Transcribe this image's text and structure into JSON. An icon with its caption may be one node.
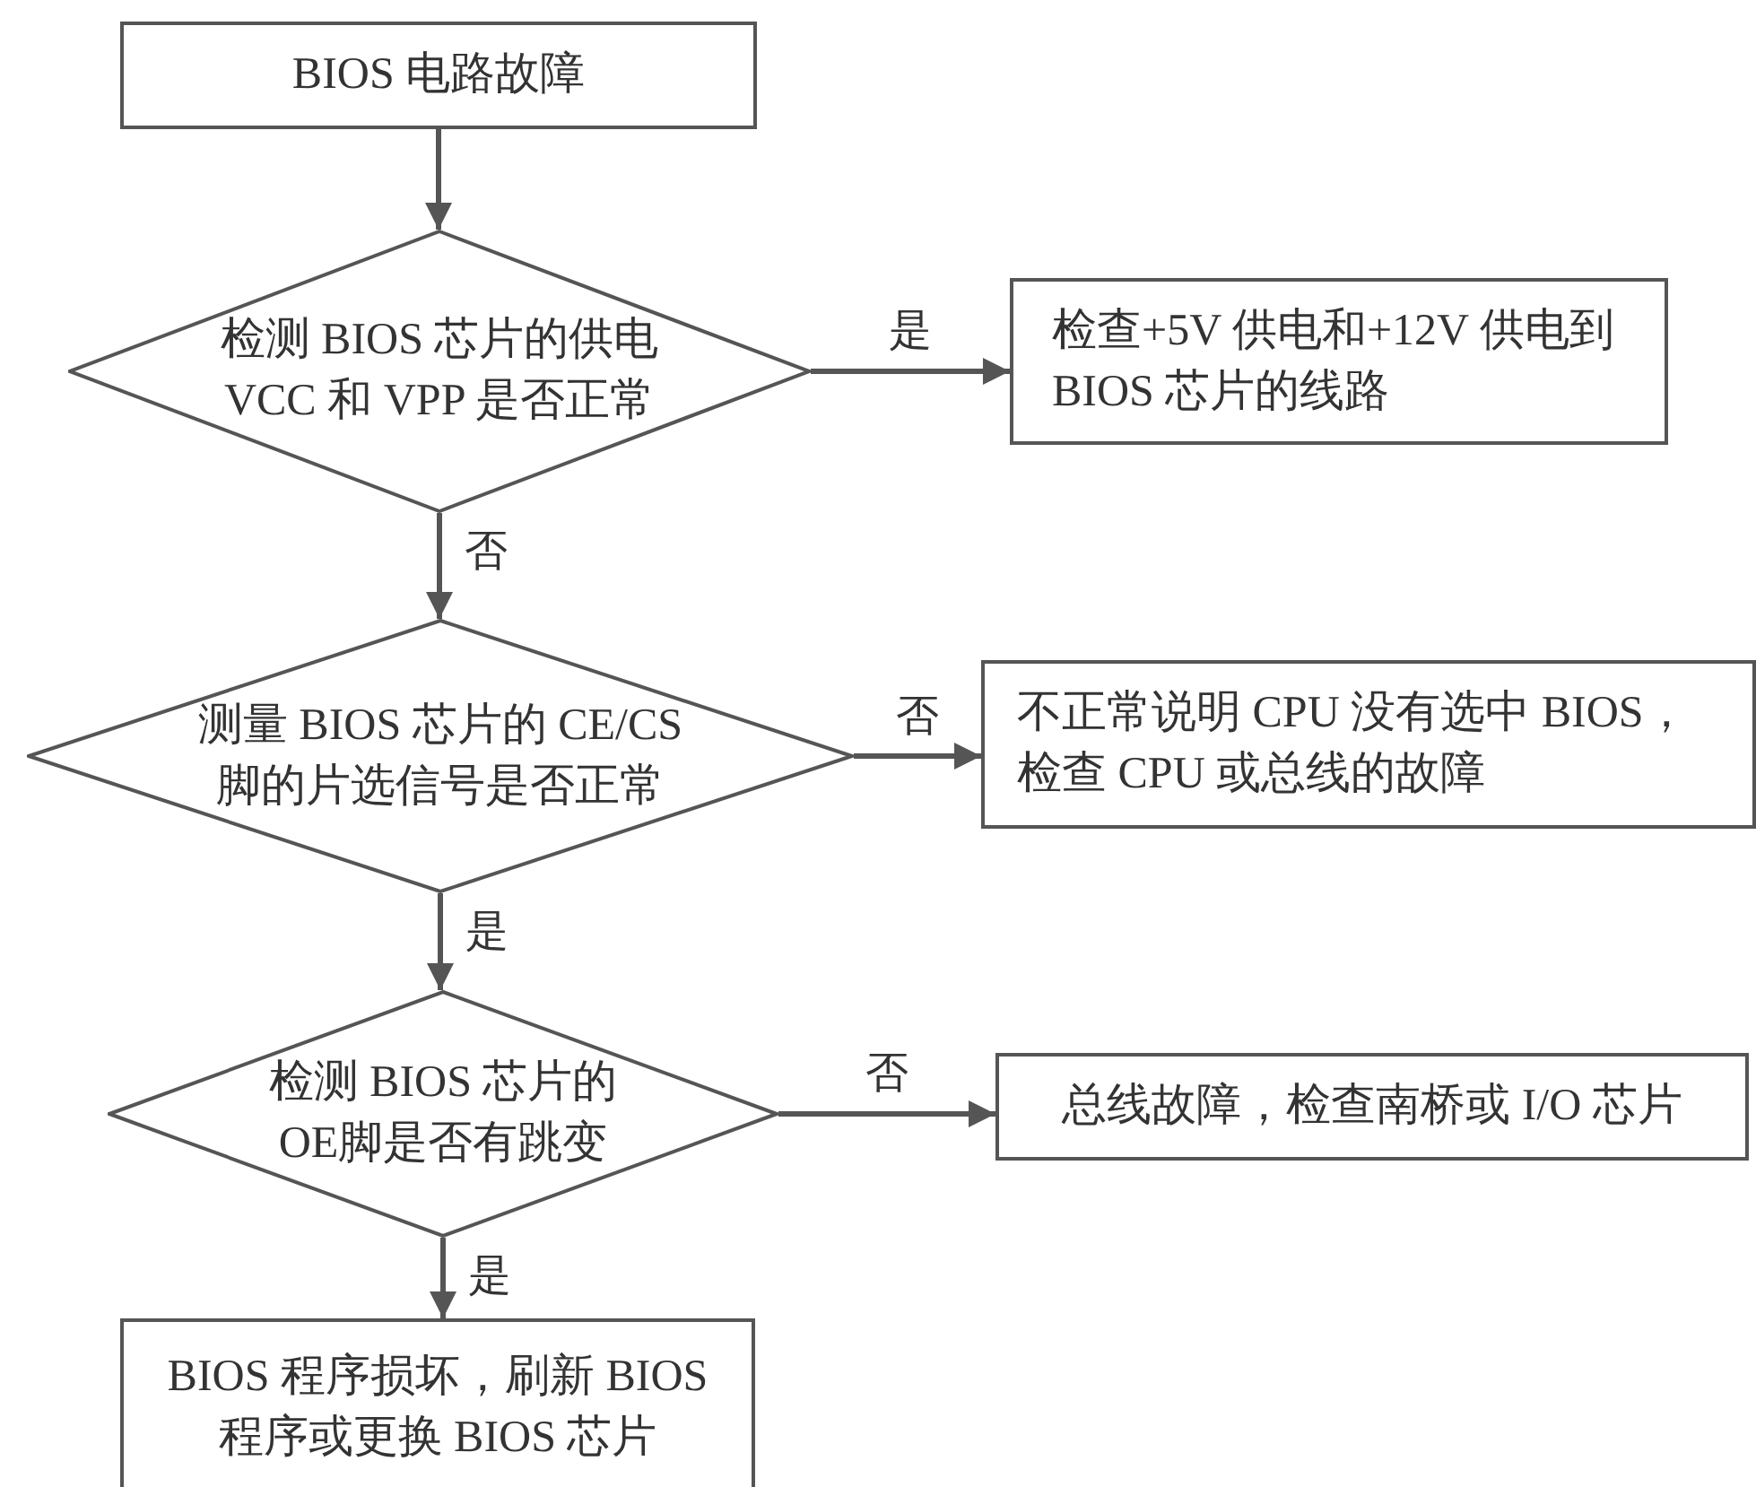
{
  "diagram": {
    "nodes": [
      {
        "text": [
          "BIOS 电路故障"
        ]
      },
      {
        "text": [
          "检测 BIOS 芯片的供电VCC 和 VPP 是否正常"
        ]
      },
      {
        "text": [
          "检查+5V 供电和+12V 供电到 BIOS 芯片的线路"
        ]
      },
      {
        "text": [
          "测量 BIOS 芯片的 CE/CS脚的片选信号是否正常"
        ]
      },
      {
        "text": [
          "不正常说明 CPU 没有选中 BIOS，检查 CPU 或总线的故障"
        ]
      },
      {
        "text": [
          "检测 BIOS 芯片的 OE脚是否有跳变"
        ]
      },
      {
        "text": [
          "总线故障，检查南桥或 I/O 芯片"
        ]
      },
      {
        "text": [
          "BIOS 程序损坏，刷新 BIOS程序或更换 BIOS 芯片"
        ]
      }
    ],
    "edges": [
      {
        "from": 0,
        "to": 1,
        "arrow": "to"
      },
      {
        "from": 1,
        "to": 2,
        "arrow": "to",
        "label": "是"
      },
      {
        "from": 1,
        "to": 3,
        "arrow": "to",
        "label": "否"
      },
      {
        "from": 3,
        "to": 4,
        "arrow": "to",
        "label": "否"
      },
      {
        "from": 3,
        "to": 5,
        "arrow": "to",
        "label": "是"
      },
      {
        "from": 5,
        "to": 6,
        "arrow": "to",
        "label": "否"
      },
      {
        "from": 5,
        "to": 7,
        "arrow": "to",
        "label": "是"
      }
    ]
  }
}
